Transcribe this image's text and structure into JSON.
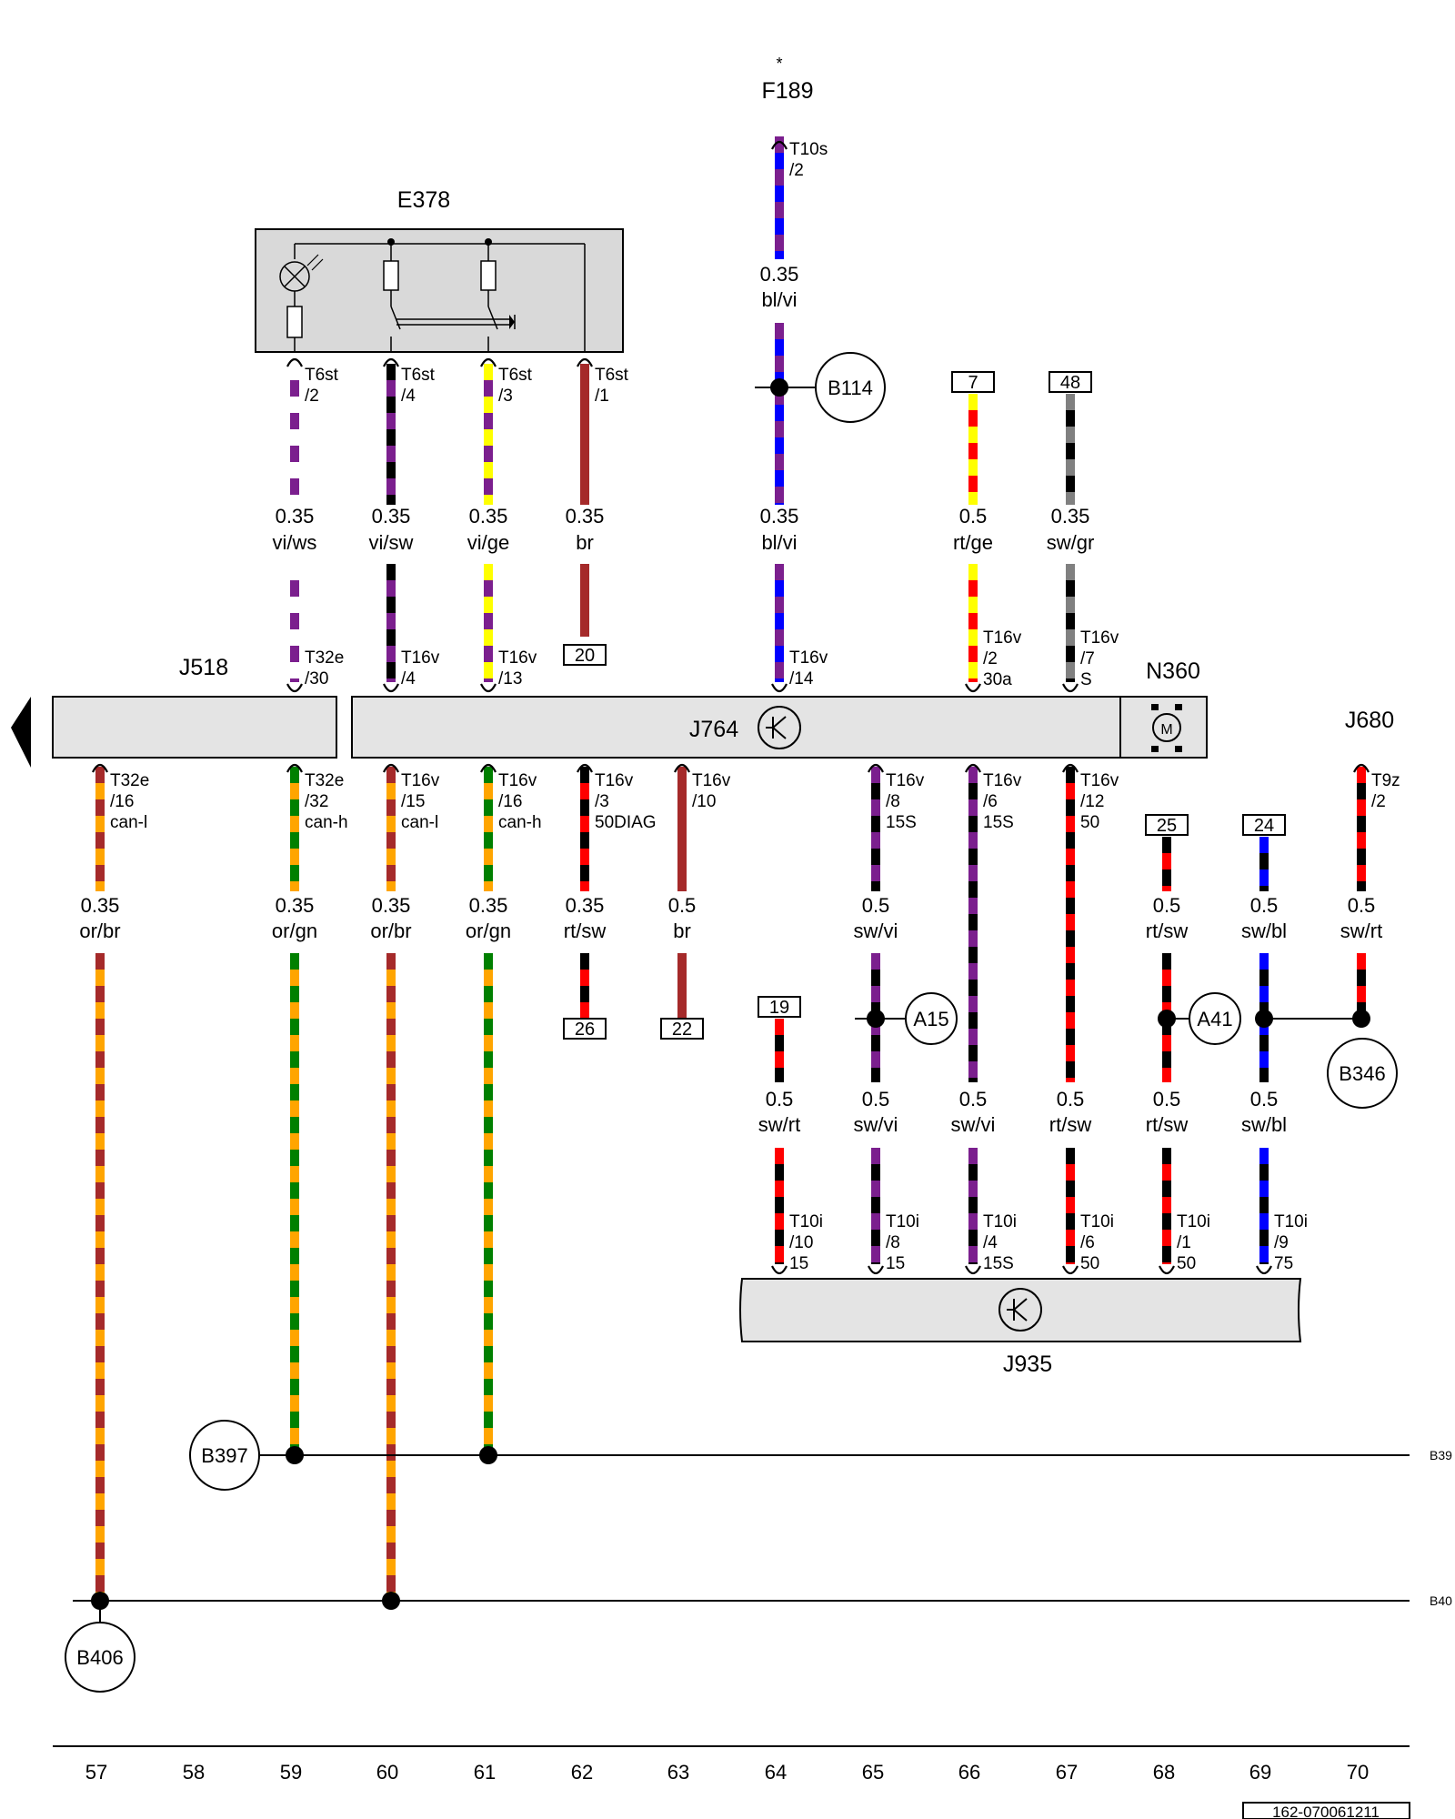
{
  "components": {
    "E378": "E378",
    "F189": "F189",
    "F189_star": "*",
    "J518": "J518",
    "J764": "J764",
    "N360": "N360",
    "J680": "J680",
    "J935": "J935"
  },
  "buses": {
    "B39": "B39",
    "B40": "B40"
  },
  "column_numbers": [
    "57",
    "58",
    "59",
    "60",
    "61",
    "62",
    "63",
    "64",
    "65",
    "66",
    "67",
    "68",
    "69",
    "70"
  ],
  "doc_number": "162-070061211",
  "colors": {
    "vi": "#7b1f8e",
    "ws": "#ffffff",
    "sw": "#000000",
    "ge": "#ffff00",
    "br": "#a52a2a",
    "bl": "#0000ff",
    "rt": "#ff0000",
    "gr": "#808080",
    "or": "#ffa500",
    "gn": "#008000",
    "box_fill": "#e4e4e4"
  },
  "wires": [
    {
      "size": "0.35",
      "color": "vi/ws"
    },
    {
      "size": "0.35",
      "color": "vi/sw"
    },
    {
      "size": "0.35",
      "color": "vi/ge"
    },
    {
      "size": "0.35",
      "color": "br"
    },
    {
      "size": "0.35",
      "color": "bl/vi"
    },
    {
      "size": "0.35",
      "color": "bl/vi"
    },
    {
      "size": "0.5",
      "color": "rt/ge"
    },
    {
      "size": "0.35",
      "color": "sw/gr"
    },
    {
      "size": "0.35",
      "color": "or/br"
    },
    {
      "size": "0.35",
      "color": "or/gn"
    },
    {
      "size": "0.35",
      "color": "or/br"
    },
    {
      "size": "0.35",
      "color": "or/gn"
    },
    {
      "size": "0.35",
      "color": "rt/sw"
    },
    {
      "size": "0.5",
      "color": "br"
    },
    {
      "size": "0.5",
      "color": "sw/vi"
    },
    {
      "size": "0.5",
      "color": "rt/sw"
    },
    {
      "size": "0.5",
      "color": "sw/bl"
    },
    {
      "size": "0.5",
      "color": "sw/rt"
    },
    {
      "size": "0.5",
      "color": "sw/rt"
    },
    {
      "size": "0.5",
      "color": "sw/vi"
    },
    {
      "size": "0.5",
      "color": "sw/vi"
    },
    {
      "size": "0.5",
      "color": "rt/sw"
    },
    {
      "size": "0.5",
      "color": "rt/sw"
    },
    {
      "size": "0.5",
      "color": "sw/bl"
    }
  ],
  "connectors": [
    {
      "name": "T10s",
      "pin": "/2",
      "extra": ""
    },
    {
      "name": "T6st",
      "pin": "/2",
      "extra": ""
    },
    {
      "name": "T6st",
      "pin": "/4",
      "extra": ""
    },
    {
      "name": "T6st",
      "pin": "/3",
      "extra": ""
    },
    {
      "name": "T6st",
      "pin": "/1",
      "extra": ""
    },
    {
      "name": "T32e",
      "pin": "/30",
      "extra": ""
    },
    {
      "name": "T16v",
      "pin": "/4",
      "extra": ""
    },
    {
      "name": "T16v",
      "pin": "/13",
      "extra": ""
    },
    {
      "name": "T16v",
      "pin": "/14",
      "extra": ""
    },
    {
      "name": "T16v",
      "pin": "/2",
      "extra": "30a"
    },
    {
      "name": "T16v",
      "pin": "/7",
      "extra": "S"
    },
    {
      "name": "T32e",
      "pin": "/16",
      "extra": "can-l"
    },
    {
      "name": "T32e",
      "pin": "/32",
      "extra": "can-h"
    },
    {
      "name": "T16v",
      "pin": "/15",
      "extra": "can-l"
    },
    {
      "name": "T16v",
      "pin": "/16",
      "extra": "can-h"
    },
    {
      "name": "T16v",
      "pin": "/3",
      "extra": "50DIAG"
    },
    {
      "name": "T16v",
      "pin": "/10",
      "extra": ""
    },
    {
      "name": "T16v",
      "pin": "/8",
      "extra": "15S"
    },
    {
      "name": "T16v",
      "pin": "/6",
      "extra": "15S"
    },
    {
      "name": "T16v",
      "pin": "/12",
      "extra": "50"
    },
    {
      "name": "T9z",
      "pin": "/2",
      "extra": ""
    },
    {
      "name": "T10i",
      "pin": "/10",
      "extra": "15"
    },
    {
      "name": "T10i",
      "pin": "/8",
      "extra": "15"
    },
    {
      "name": "T10i",
      "pin": "/4",
      "extra": "15S"
    },
    {
      "name": "T10i",
      "pin": "/6",
      "extra": "50"
    },
    {
      "name": "T10i",
      "pin": "/1",
      "extra": "50"
    },
    {
      "name": "T10i",
      "pin": "/9",
      "extra": "75"
    }
  ],
  "refs": [
    "20",
    "7",
    "48",
    "25",
    "24",
    "26",
    "22",
    "19"
  ],
  "nodes": [
    "B114",
    "A15",
    "A41",
    "B346",
    "B397",
    "B406"
  ]
}
